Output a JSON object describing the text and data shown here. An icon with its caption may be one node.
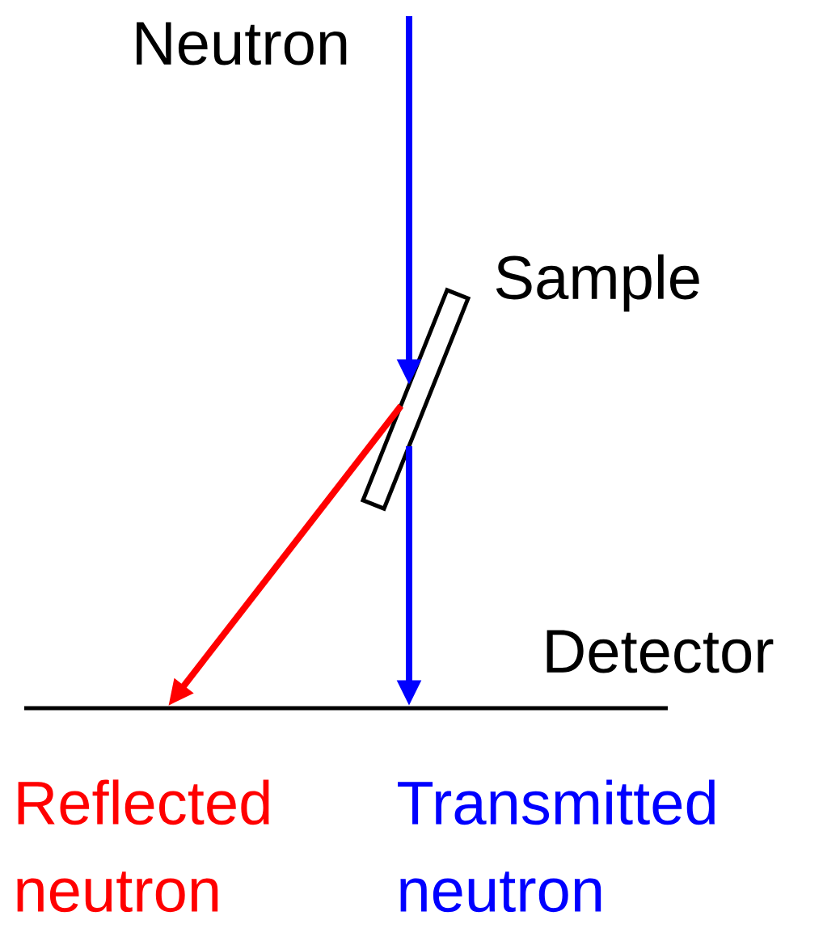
{
  "diagram": {
    "nodes": [
      {
        "text": [],
        "shape": "box",
        "beside": [
          "Sample"
        ]
      },
      {
        "text": [],
        "shape": "bar",
        "beside": [
          "Detector"
        ]
      }
    ],
    "edges": [
      {
        "from": null,
        "to": 0,
        "arrow": "to"
      },
      {
        "from": 0,
        "to": 1,
        "arrow": "to"
      },
      {
        "from": 0,
        "to": 1,
        "arrow": "to",
        "color": "#ff0000"
      }
    ],
    "labels": [
      "Neutron",
      "Reflected neutron",
      "Transmitted neutron"
    ]
  }
}
